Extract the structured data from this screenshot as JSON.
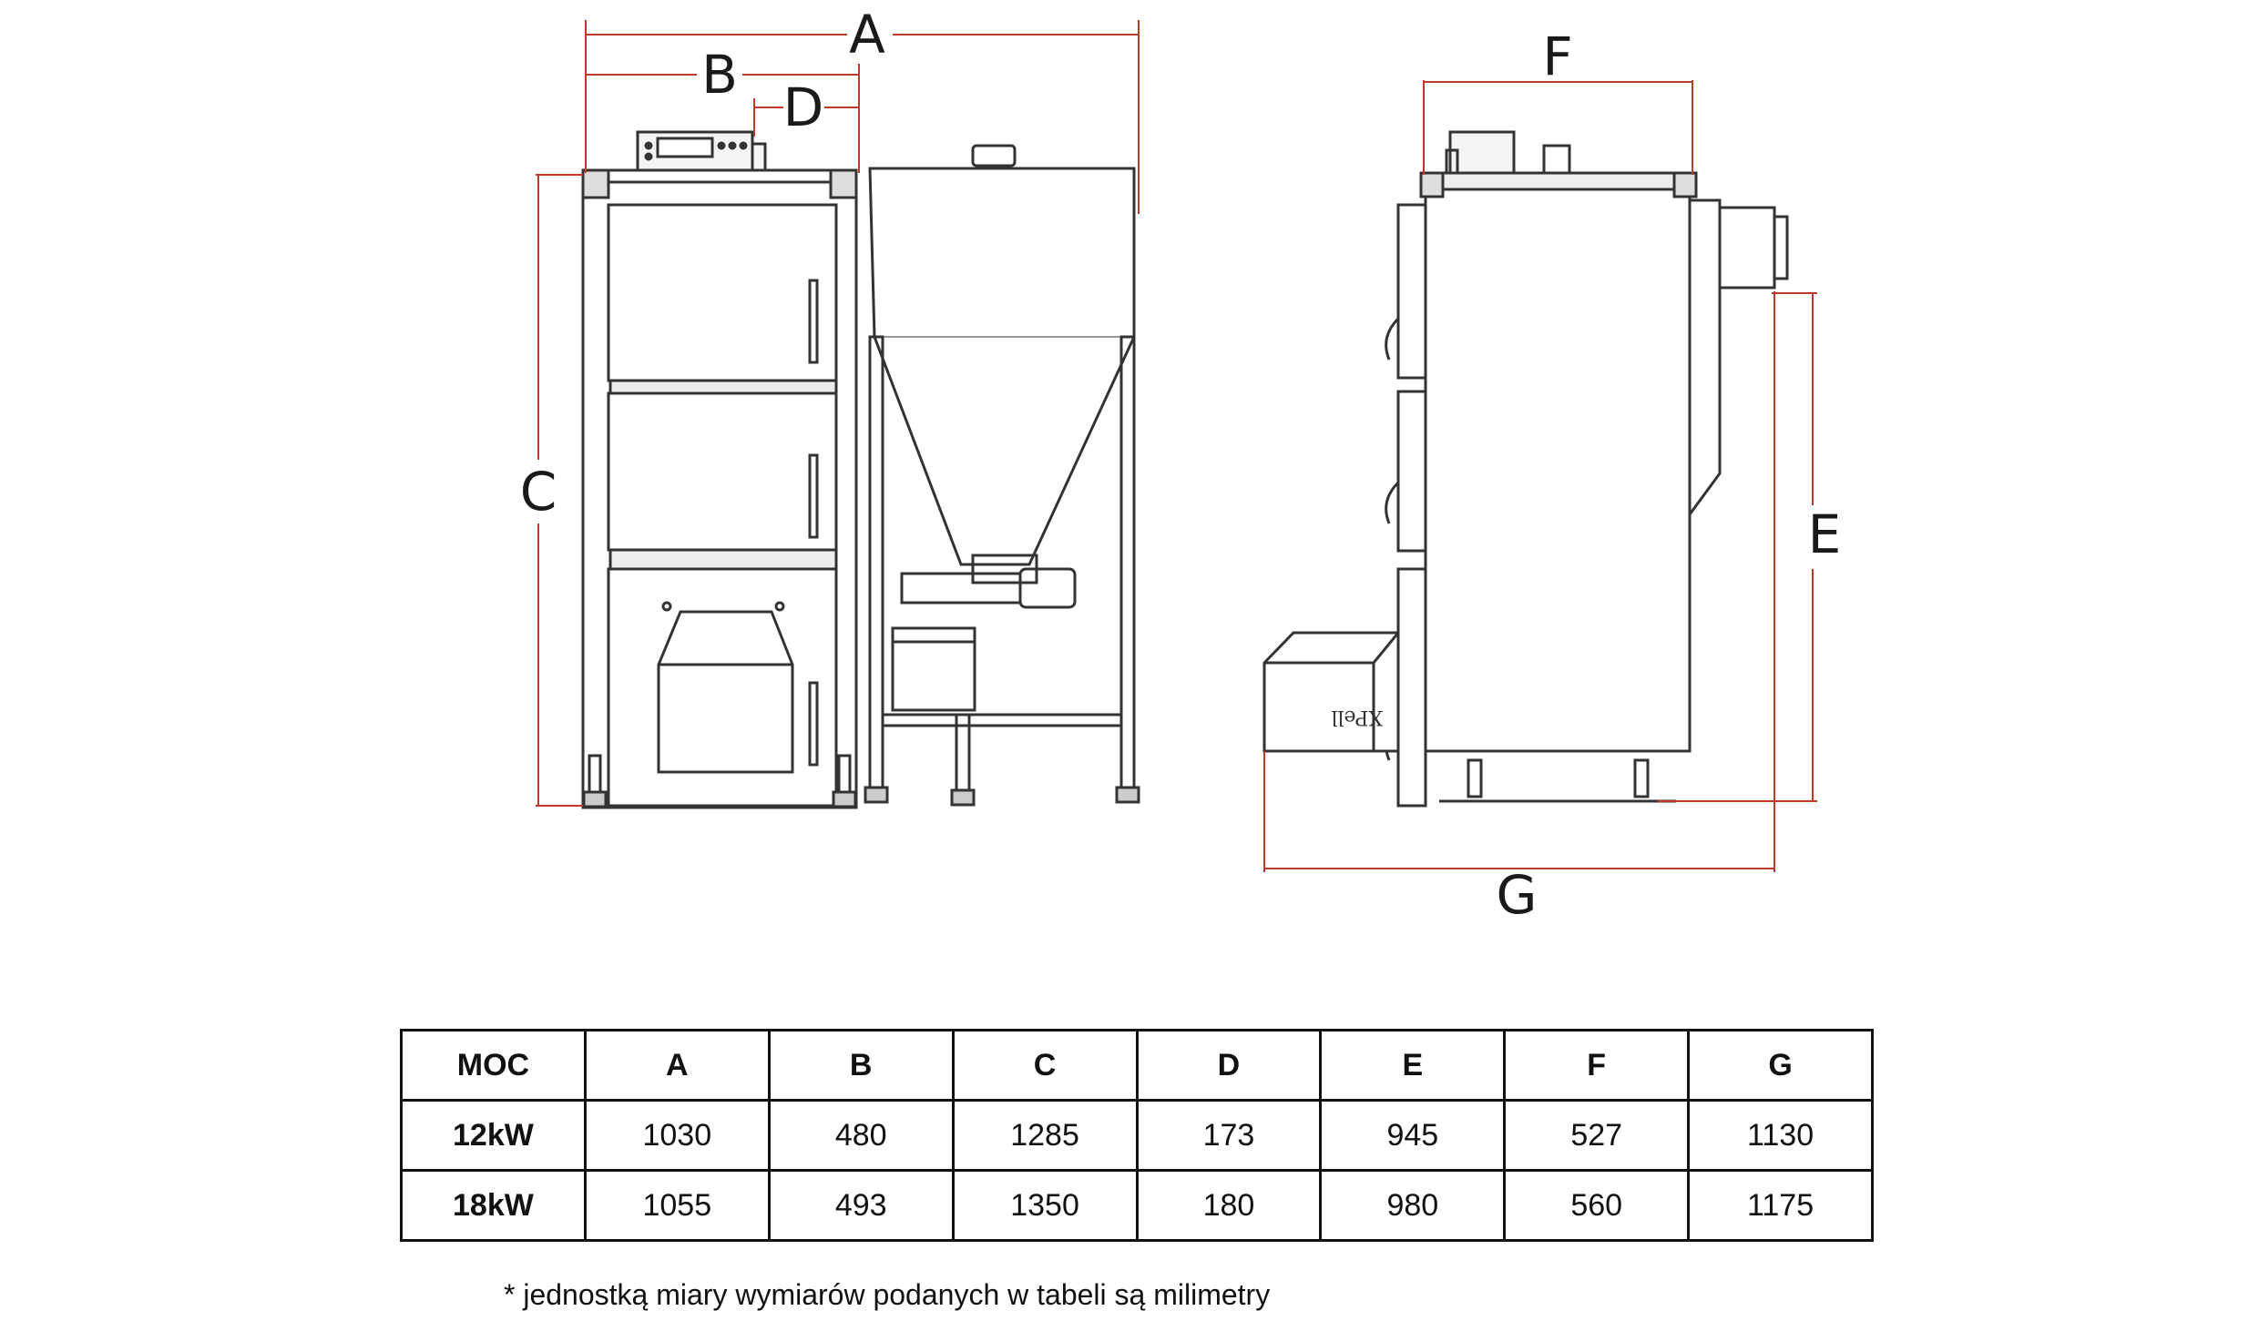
{
  "diagram": {
    "dimension_labels": [
      "A",
      "B",
      "C",
      "D",
      "E",
      "F",
      "G"
    ],
    "panel_logo_text": "XPell",
    "colors": {
      "dimension_line": "#c0392b",
      "outline": "#333333"
    }
  },
  "table": {
    "headers": [
      "MOC",
      "A",
      "B",
      "C",
      "D",
      "E",
      "F",
      "G"
    ],
    "rows": [
      [
        "12kW",
        "1030",
        "480",
        "1285",
        "173",
        "945",
        "527",
        "1130"
      ],
      [
        "18kW",
        "1055",
        "493",
        "1350",
        "180",
        "980",
        "560",
        "1175"
      ]
    ]
  },
  "footnote": "* jednostką miary wymiarów podanych w tabeli są milimetry"
}
